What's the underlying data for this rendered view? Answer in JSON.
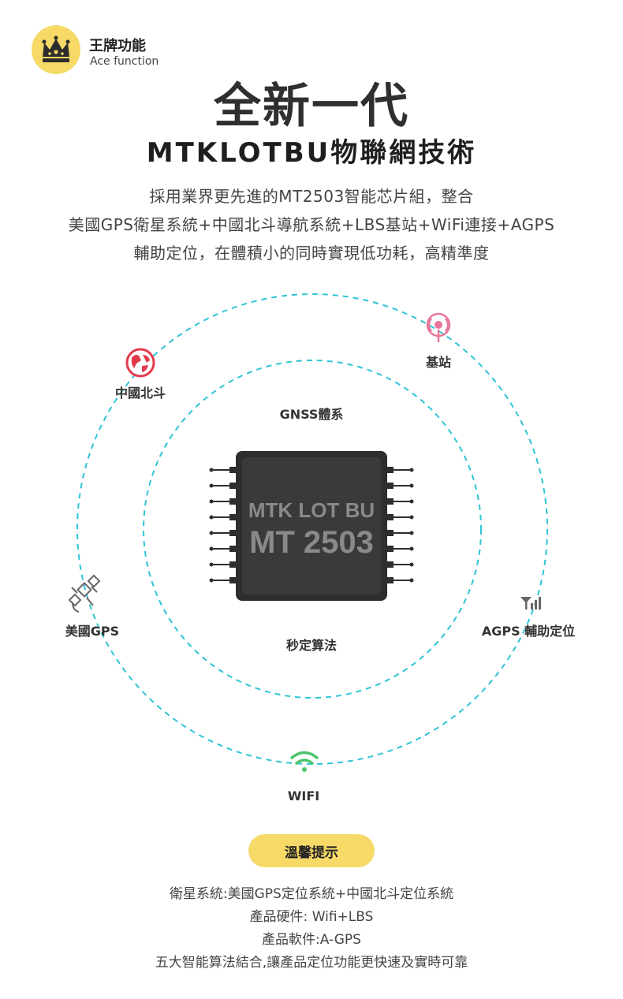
{
  "badge": {
    "title": "王牌功能",
    "subtitle": "Ace function",
    "icon": "crown-icon"
  },
  "headline": "全新一代",
  "subheadline": "MTKLOTBU物聯網技術",
  "intro_lines": [
    "採用業界更先進的MT2503智能芯片組，整合",
    "美國GPS衛星系統+中國北斗導航系統+LBS基站+WiFi連接+AGPS",
    "輔助定位，在體積小的同時實現低功耗，高精準度"
  ],
  "diagram": {
    "chip_line1": "MTK LOT BU",
    "chip_line2": "MT 2503",
    "inner_top": "GNSS體系",
    "inner_bottom": "秒定算法",
    "nodes": {
      "beidou": {
        "label": "中國北斗",
        "icon": "globe-icon"
      },
      "base_station": {
        "label": "基站",
        "icon": "antenna-icon"
      },
      "gps": {
        "label": "美國GPS",
        "icon": "satellite-icon"
      },
      "agps": {
        "label": "AGPS 輔助定位",
        "icon": "signal-bars-icon"
      },
      "wifi": {
        "label": "WIFI",
        "icon": "wifi-icon"
      }
    },
    "colors": {
      "ring": "#2ec4d6",
      "chip": "#2e2e2e",
      "globe": "#e23a4d",
      "antenna": "#e7789b",
      "wifi": "#4cc46a"
    }
  },
  "tip": {
    "label": "溫馨提示",
    "lines": [
      "衛星系統:美國GPS定位系統+中國北斗定位系統",
      "產品硬件: Wifi+LBS",
      "產品軟件:A-GPS",
      "五大智能算法結合,讓產品定位功能更快速及實時可靠"
    ]
  }
}
